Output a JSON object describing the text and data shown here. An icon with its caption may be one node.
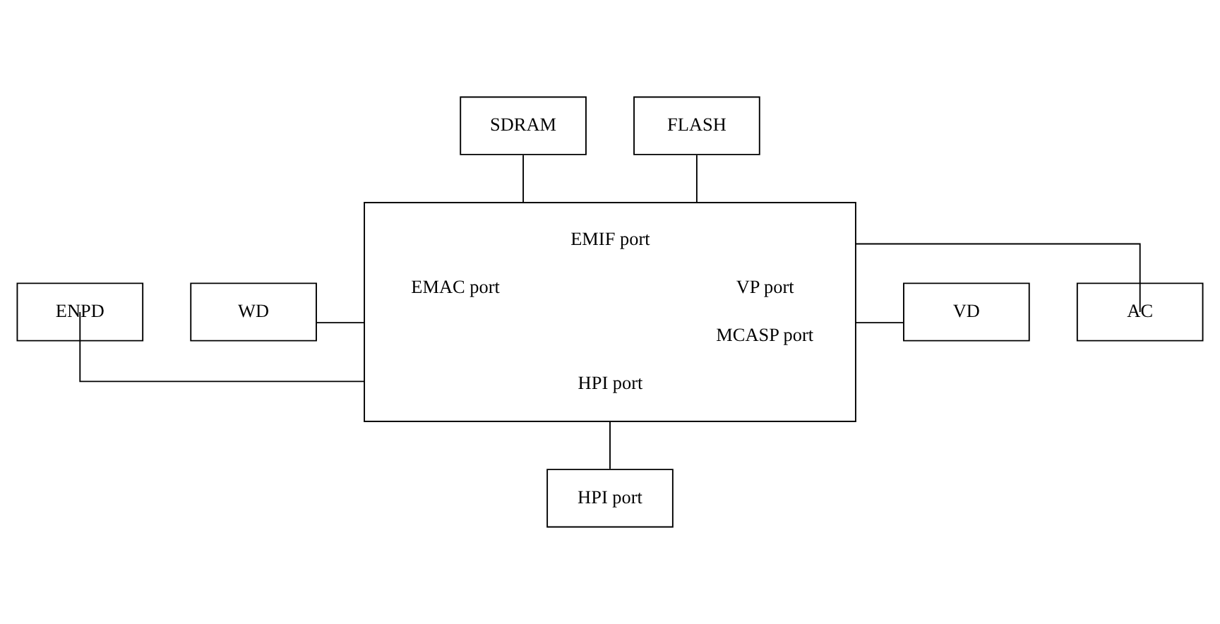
{
  "diagram": {
    "nodes": [
      {
        "text": [
          "SDRAM"
        ]
      },
      {
        "text": [
          "FLASH"
        ]
      },
      {
        "text": [
          "EMIF port",
          "EMAC port",
          "VP port",
          "MCASP port",
          "HPI port"
        ]
      },
      {
        "text": [
          "ENPD"
        ]
      },
      {
        "text": [
          "VD"
        ]
      },
      {
        "text": [
          "WD"
        ]
      },
      {
        "text": [
          "AC"
        ]
      },
      {
        "text": [
          "HPI port"
        ]
      }
    ],
    "edges": [
      {
        "from": 0,
        "to": 2,
        "arrow": "none"
      },
      {
        "from": 1,
        "to": 2,
        "arrow": "none"
      },
      {
        "from": 3,
        "to": 2,
        "arrow": "none"
      },
      {
        "from": 2,
        "to": 4,
        "arrow": "none"
      },
      {
        "from": 5,
        "to": 2,
        "arrow": "none"
      },
      {
        "from": 2,
        "to": 6,
        "arrow": "none"
      },
      {
        "from": 2,
        "to": 7,
        "arrow": "none"
      }
    ]
  }
}
